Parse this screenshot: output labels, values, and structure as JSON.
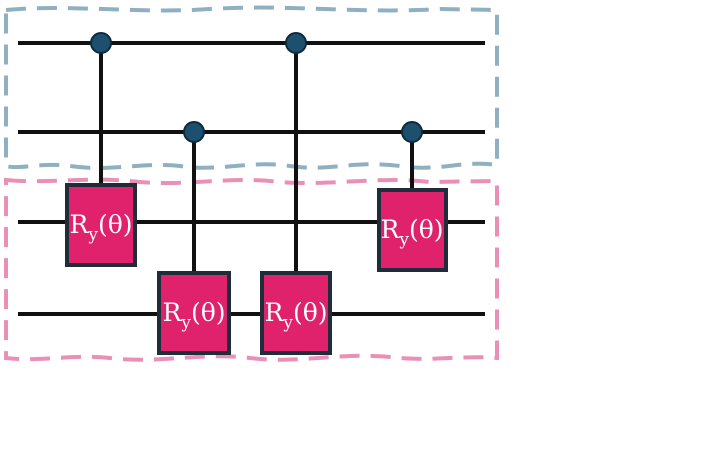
{
  "colors": {
    "background": "#ffffff",
    "wire": "#111111",
    "control_dot": "#1d4f6e",
    "control_outline": "#0e2a3c",
    "gate_fill": "#e0226c",
    "gate_border": "#1f2d3a",
    "gate_text": "#ffffff",
    "upper_region_border": "#8fb0c0",
    "lower_region_border": "#ea8fb6"
  },
  "gates": [
    {
      "label_main": "R",
      "label_sub": "y",
      "label_arg": "(θ)",
      "control_wire": 0,
      "target_wire": 2
    },
    {
      "label_main": "R",
      "label_sub": "y",
      "label_arg": "(θ)",
      "control_wire": 1,
      "target_wire": 3
    },
    {
      "label_main": "R",
      "label_sub": "y",
      "label_arg": "(θ)",
      "control_wire": 0,
      "target_wire": 3
    },
    {
      "label_main": "R",
      "label_sub": "y",
      "label_arg": "(θ)",
      "control_wire": 1,
      "target_wire": 2
    }
  ]
}
